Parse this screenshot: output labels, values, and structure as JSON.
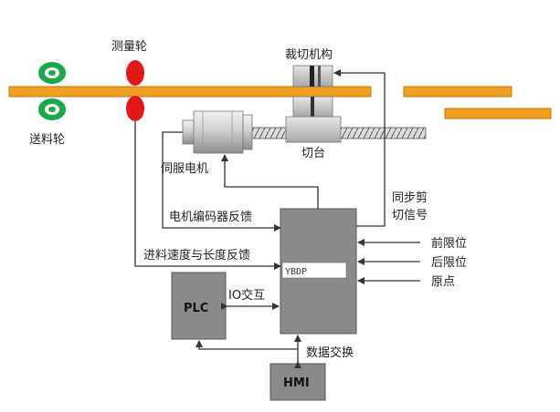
{
  "labels": {
    "feed_roller": "送料轮",
    "measure_wheel": "测量轮",
    "cutting_mechanism": "裁切机构",
    "cutting_table": "切台",
    "servo_motor": "伺服电机",
    "sync_cut_signal_line1": "同步剪",
    "sync_cut_signal_line2": "切信号",
    "encoder_feedback": "电机编码器反馈",
    "feed_speed_length_feedback": "进料速度与长度反馈",
    "controller": "YBDP",
    "plc": "PLC",
    "io_exchange": "IO交互",
    "hmi": "HMI",
    "data_exchange": "数据交换",
    "front_limit": "前限位",
    "rear_limit": "后限位",
    "origin": "原点"
  },
  "colors": {
    "material_strip": "#f0a020",
    "strip_edge": "#c07810",
    "feed_roller": "#1aa84a",
    "measure_wheel": "#e01818",
    "block_fill": "#8a8a8a",
    "wire": "#333333"
  }
}
